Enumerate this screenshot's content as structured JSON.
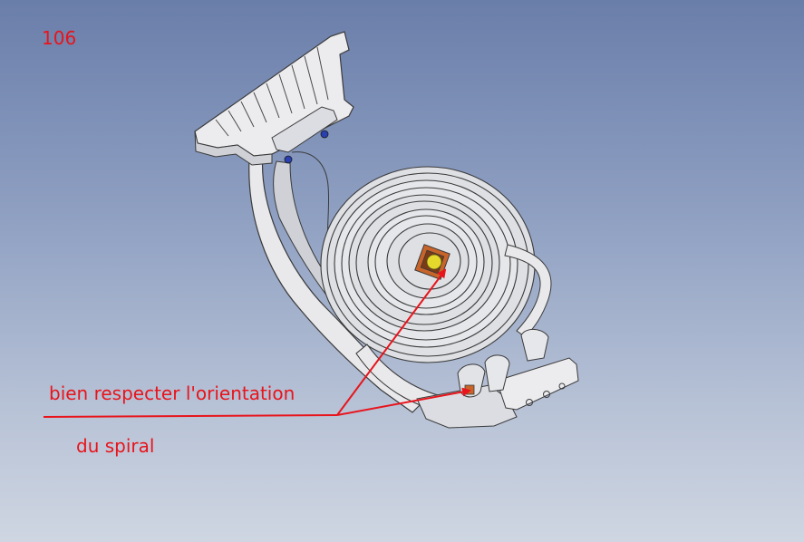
{
  "page_number": "106",
  "annotation": {
    "line1": "bien respecter l'orientation",
    "line2": "du spiral"
  },
  "colors": {
    "annotation": "#e8141b",
    "part_fill": "#e9e9ec",
    "part_stroke": "#3a3a3a",
    "stud_orange": "#c8642a",
    "pivot_yellow": "#e5d92c",
    "screw_blue": "#2a3fb0"
  }
}
